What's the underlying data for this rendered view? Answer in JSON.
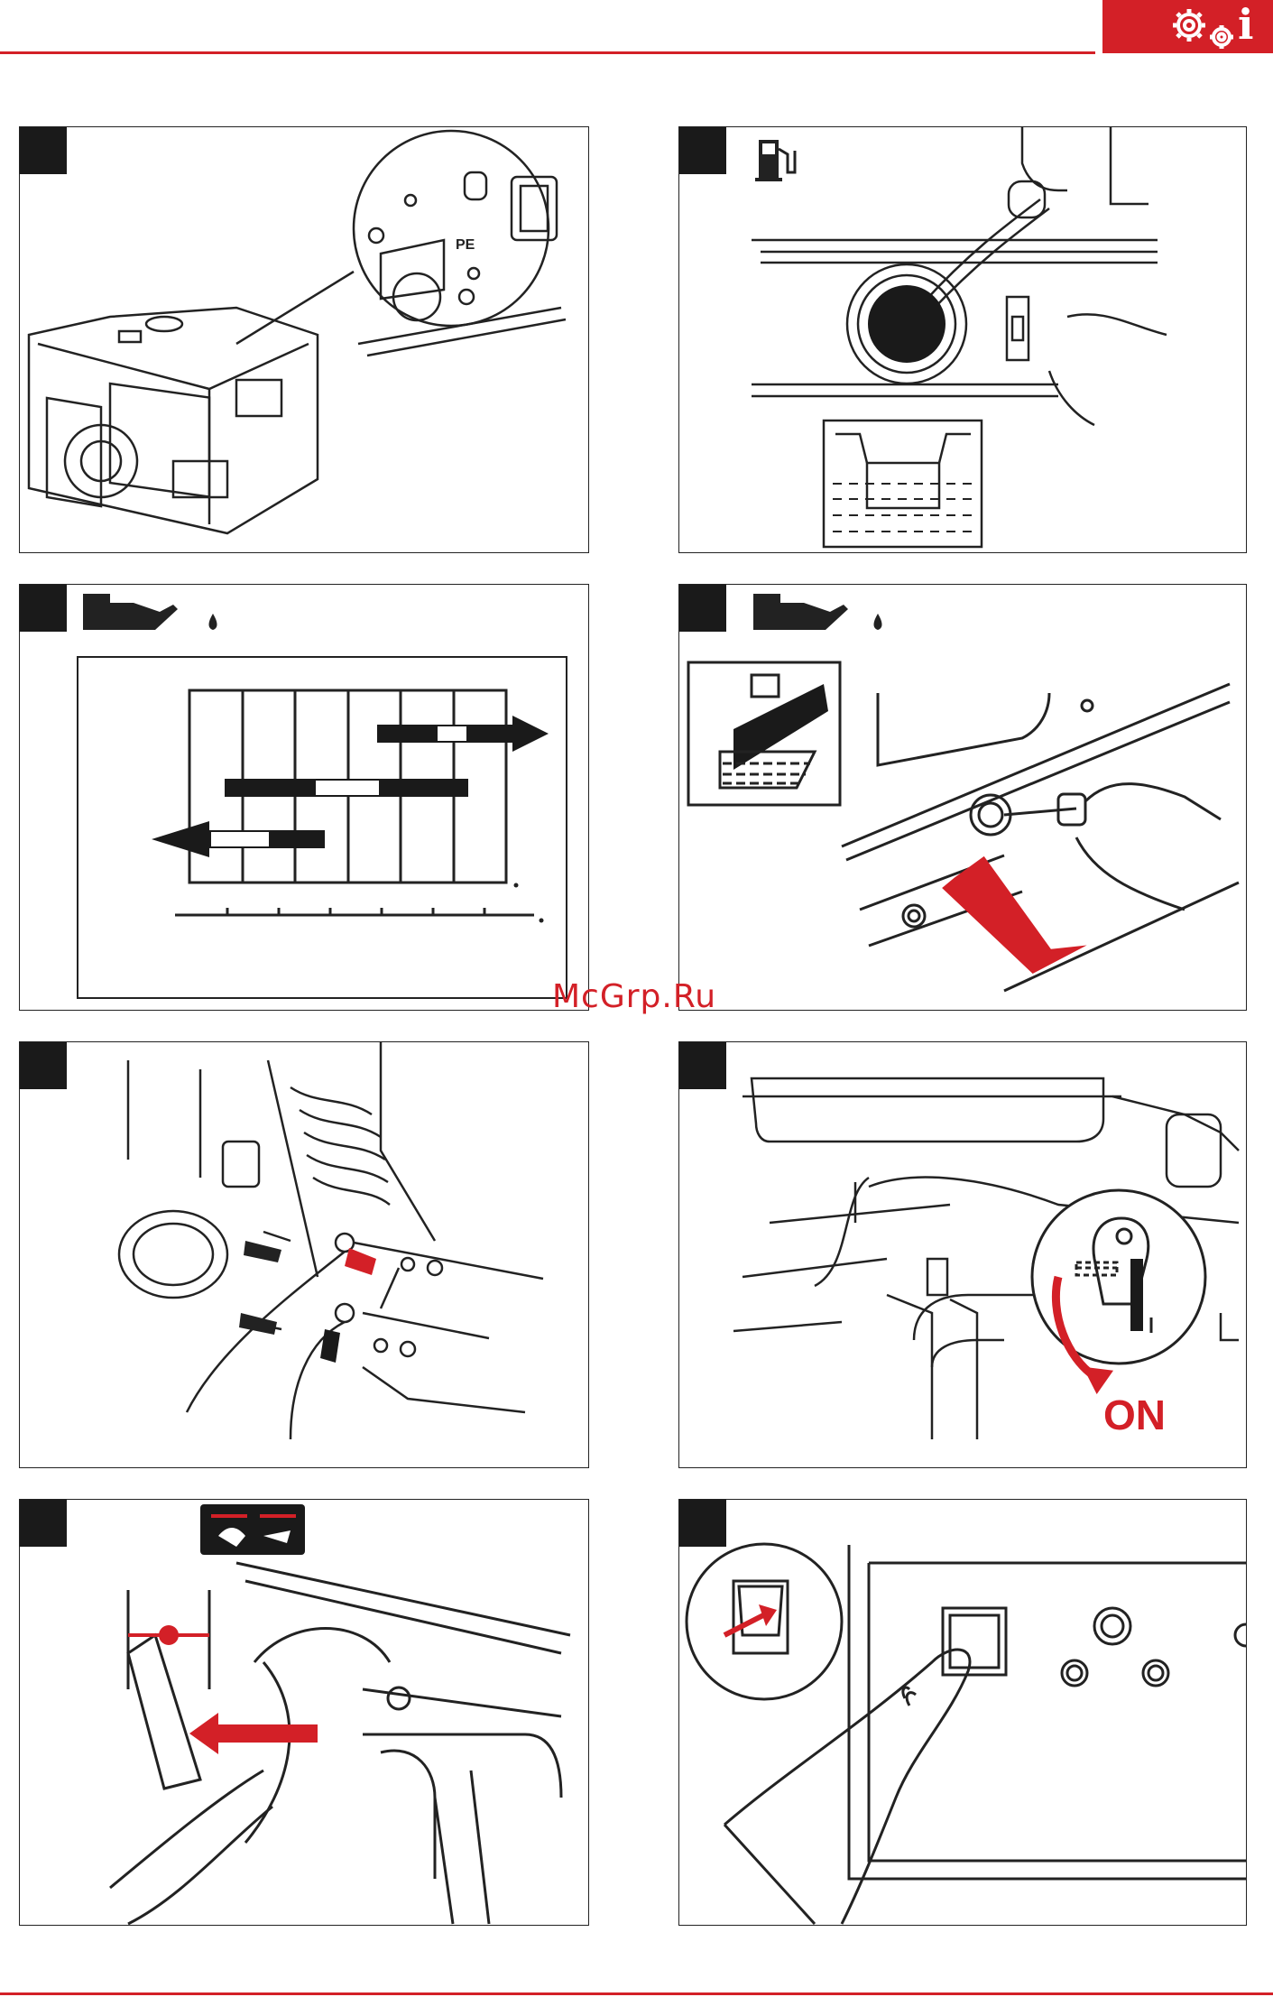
{
  "header": {
    "accent_color": "#d32027",
    "badge_icons": [
      "gears-icon",
      "info-icon"
    ],
    "info_glyph": "i"
  },
  "watermark": {
    "text": "McGrp.Ru"
  },
  "panels": [
    {
      "id": "grounding",
      "pe_label": "PE"
    },
    {
      "id": "fuel-fill",
      "icons": [
        "fuel-pump-icon"
      ]
    },
    {
      "id": "oil-chart",
      "icons": [
        "oil-can-icon"
      ]
    },
    {
      "id": "oil-fill",
      "icons": [
        "oil-can-icon",
        "oil-pour-icon"
      ]
    },
    {
      "id": "battery-connect"
    },
    {
      "id": "fuel-valve",
      "on_label": "ON"
    },
    {
      "id": "choke-lever",
      "icons": [
        "choke-sticker-icon"
      ]
    },
    {
      "id": "power-switch"
    }
  ]
}
